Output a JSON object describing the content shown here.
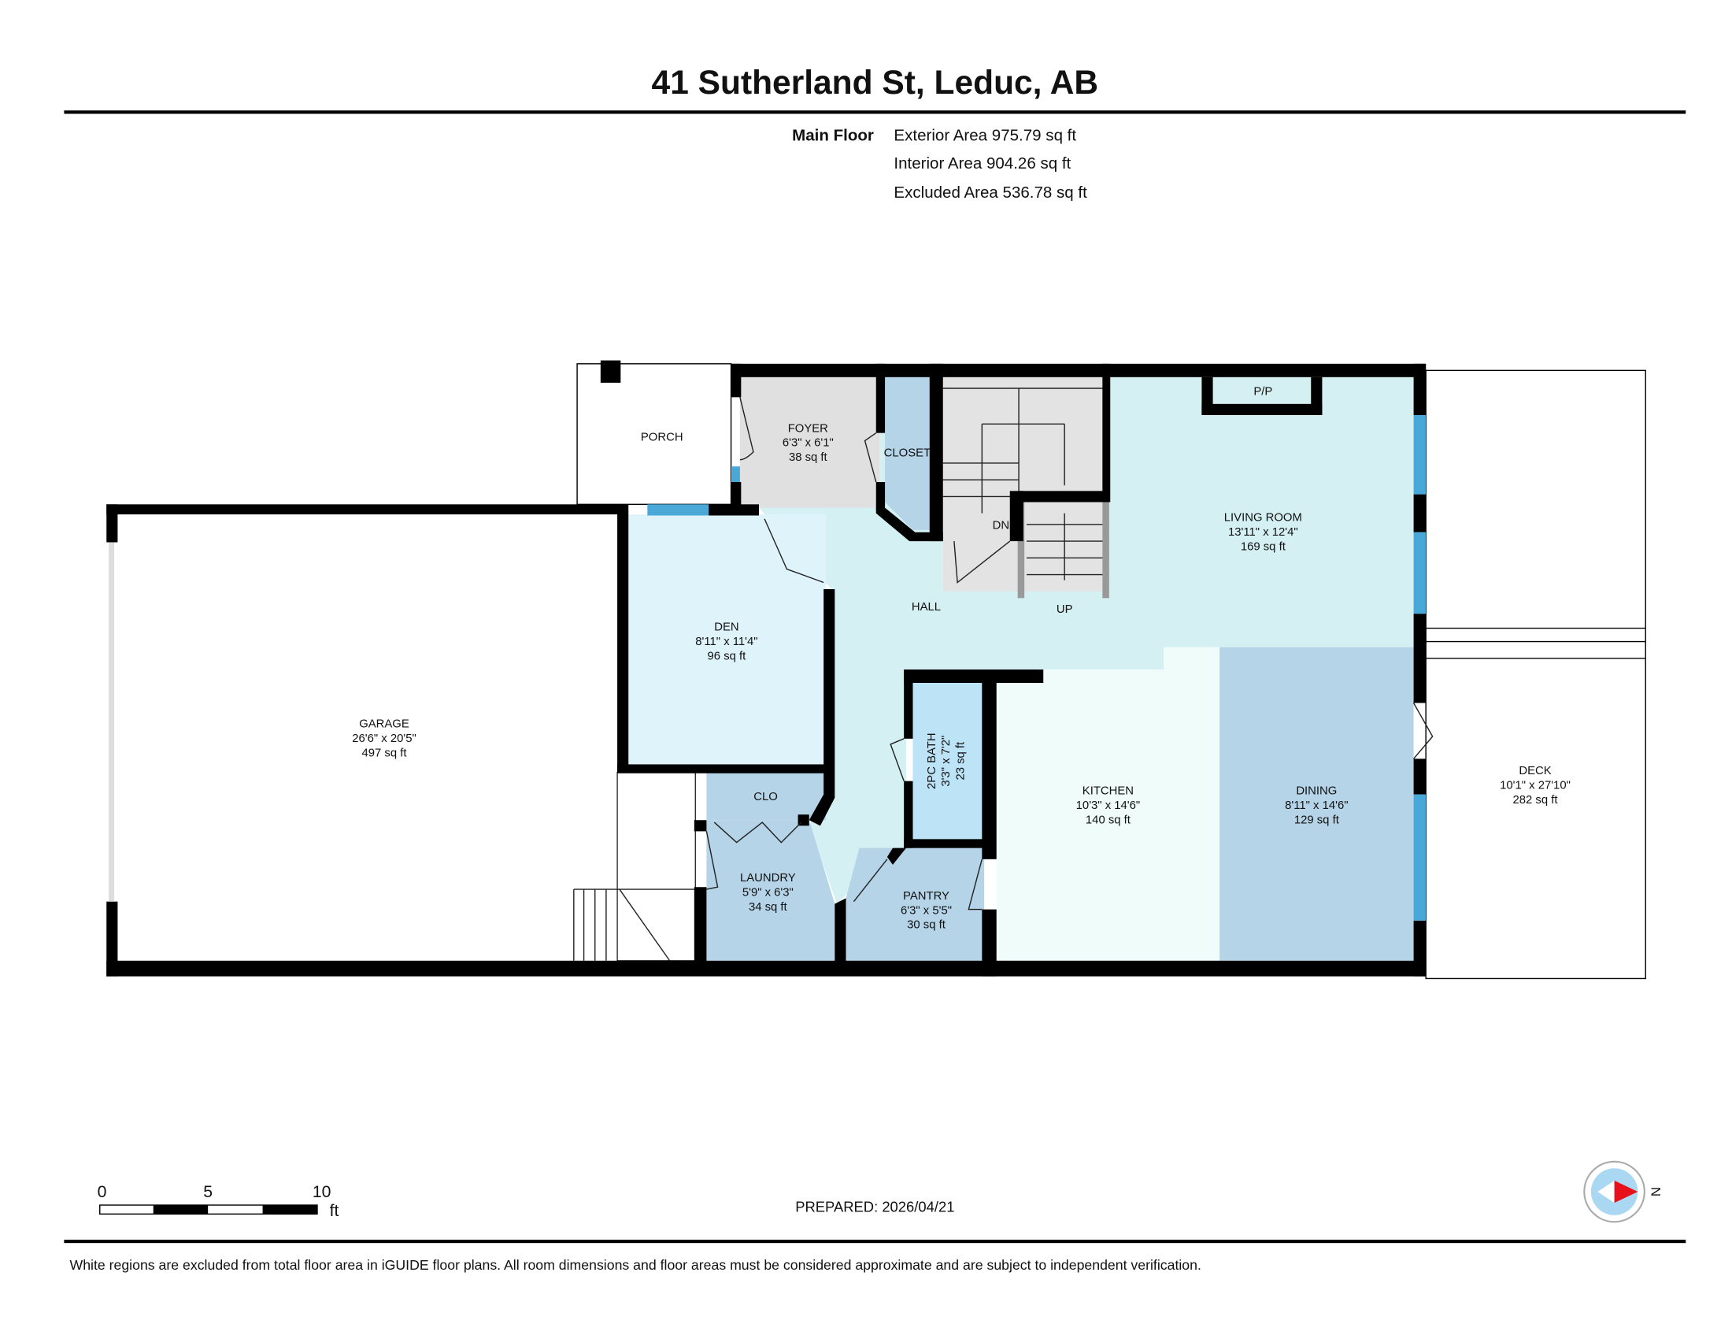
{
  "header": {
    "title": "41 Sutherland St, Leduc, AB",
    "floor_label": "Main Floor",
    "exterior_area": "Exterior Area 975.79 sq ft",
    "interior_area": "Interior Area 904.26 sq ft",
    "excluded_area": "Excluded Area 536.78 sq ft"
  },
  "rooms": {
    "porch": {
      "name": "PORCH"
    },
    "foyer": {
      "name": "FOYER",
      "dims": "6'3\" x 6'1\"",
      "area": "38 sq ft"
    },
    "closet": {
      "name": "CLOSET"
    },
    "living": {
      "name": "LIVING ROOM",
      "dims": "13'11\" x 12'4\"",
      "area": "169 sq ft"
    },
    "pp": {
      "name": "P/P"
    },
    "hall": {
      "name": "HALL"
    },
    "den": {
      "name": "DEN",
      "dims": "8'11\" x 11'4\"",
      "area": "96 sq ft"
    },
    "garage": {
      "name": "GARAGE",
      "dims": "26'6\" x 20'5\"",
      "area": "497 sq ft"
    },
    "clo": {
      "name": "CLO"
    },
    "laundry": {
      "name": "LAUNDRY",
      "dims": "5'9\" x 6'3\"",
      "area": "34 sq ft"
    },
    "bath": {
      "name": "2PC BATH",
      "dims": "3'3\" x 7'2\"",
      "area": "23 sq ft"
    },
    "pantry": {
      "name": "PANTRY",
      "dims": "6'3\" x 5'5\"",
      "area": "30 sq ft"
    },
    "kitchen": {
      "name": "KITCHEN",
      "dims": "10'3\" x 14'6\"",
      "area": "140 sq ft"
    },
    "dining": {
      "name": "DINING",
      "dims": "8'11\" x 14'6\"",
      "area": "129 sq ft"
    },
    "deck": {
      "name": "DECK",
      "dims": "10'1\" x 27'10\"",
      "area": "282 sq ft"
    }
  },
  "stairs": {
    "down": "DN",
    "up": "UP"
  },
  "scale_bar": {
    "ticks": [
      "0",
      "5",
      "10"
    ],
    "unit": "ft"
  },
  "prepared": "PREPARED: 2026/04/21",
  "compass": {
    "label": "N"
  },
  "footer": "White regions are excluded from total floor area in iGUIDE floor plans. All room dimensions and floor areas must be considered approximate and are subject to independent verification.",
  "colors": {
    "wall": "#000000",
    "foyer": "#e0e0e0",
    "hall_living": "#d5f0f2",
    "den": "#dff3fb",
    "blue_room": "#b5d4e8",
    "bath": "#bde3f7",
    "kitchen": "#effcfa",
    "window": "#4aa8d8",
    "compass_red": "#e8111b"
  }
}
